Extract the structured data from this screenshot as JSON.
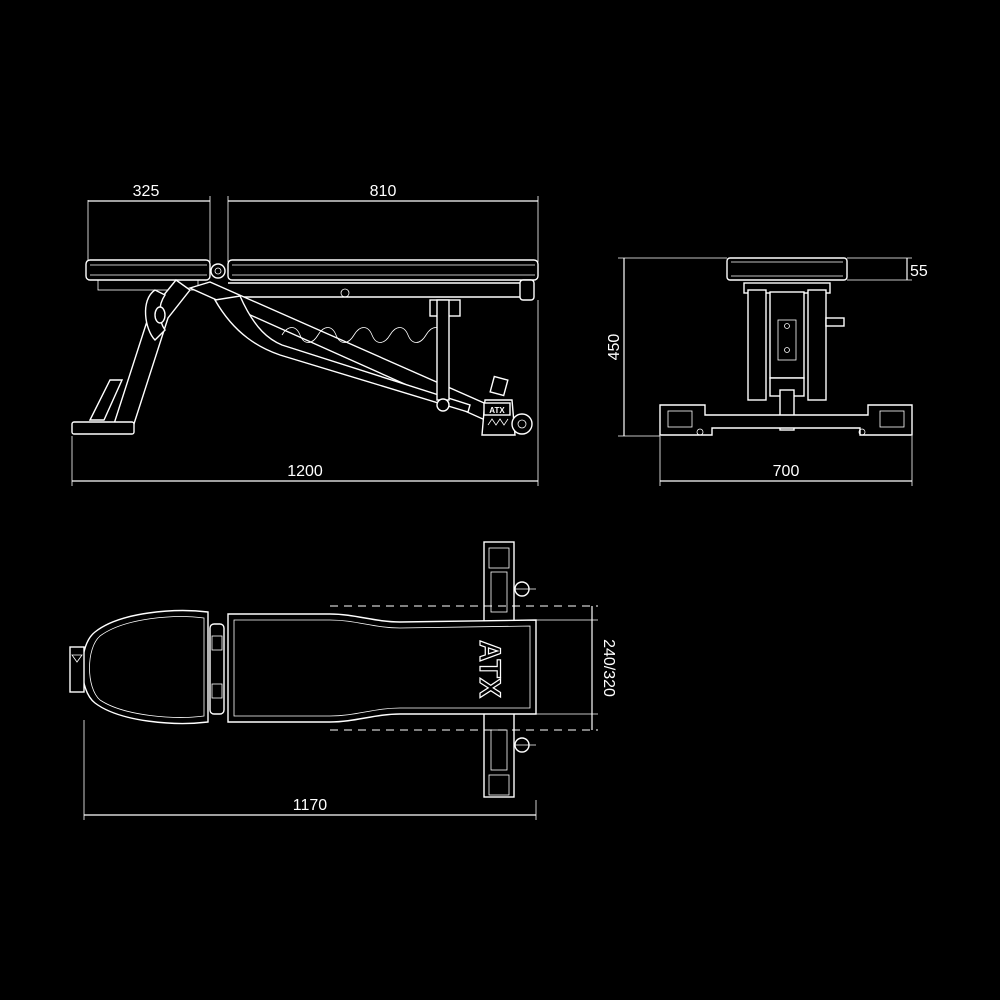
{
  "colors": {
    "background": "#000000",
    "line": "#ffffff"
  },
  "side_view": {
    "dim_head_seat": "325",
    "dim_back_pad": "810",
    "dim_total_length": "1200",
    "logo_text": "ATX"
  },
  "front_view": {
    "dim_pad_thickness": "55",
    "dim_height": "450",
    "dim_width": "700"
  },
  "top_view": {
    "dim_pad_width": "240/320",
    "dim_length": "1170",
    "logo_text": "ATX"
  }
}
